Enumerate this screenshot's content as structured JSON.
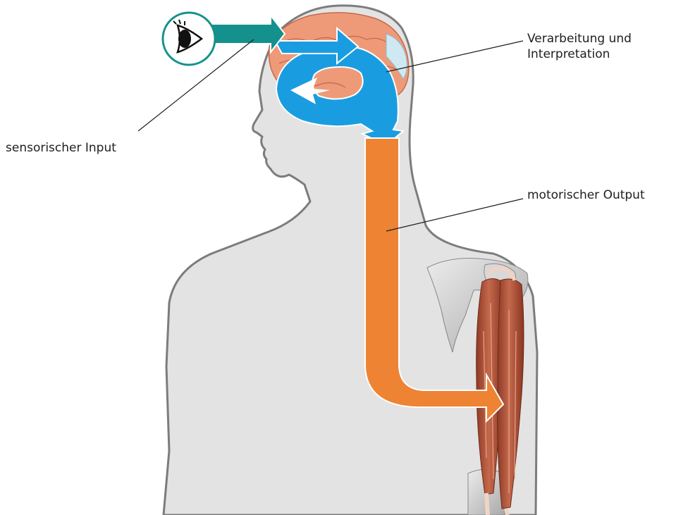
{
  "labels": {
    "sensory_input": "sensorischer Input",
    "processing_line1": "Verarbeitung und",
    "processing_line2": "Interpretation",
    "motor_output": "motorischer Output"
  },
  "colors": {
    "body": "#e3e3e3",
    "body_outline": "#7c7c7c",
    "input_arrow": "#14918c",
    "processing_arrow": "#1a9de0",
    "output_arrow": "#ee8333",
    "brain": "#ee9a78",
    "muscle": "#b5553a",
    "bone": "#c9c9c9",
    "eye_ring": "#14918c"
  },
  "icons": {
    "eye": "eye-icon",
    "brain": "brain-illustration",
    "arm": "arm-muscle-illustration"
  }
}
